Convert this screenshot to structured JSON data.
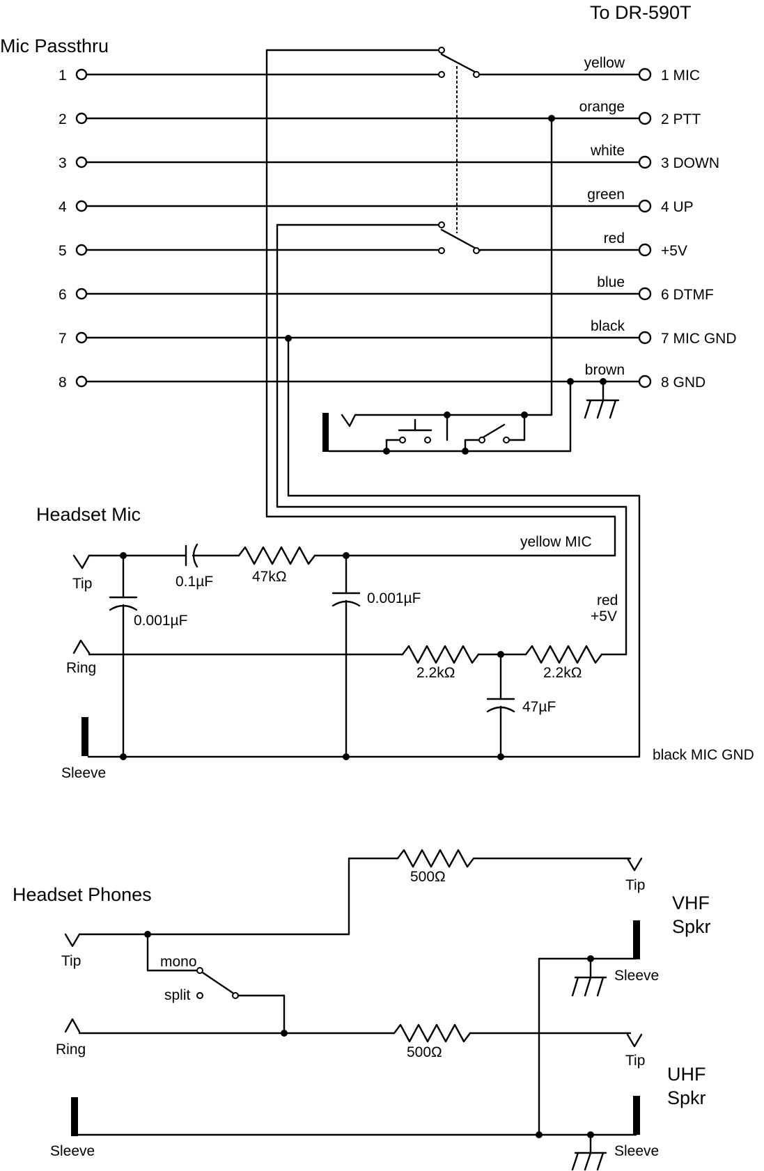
{
  "title": "To DR-590T",
  "mic_passthru": {
    "heading": "Mic Passthru",
    "pins": [
      "1",
      "2",
      "3",
      "4",
      "5",
      "6",
      "7",
      "8"
    ],
    "wire_colors": [
      "yellow",
      "orange",
      "white",
      "green",
      "red",
      "blue",
      "black",
      "brown"
    ],
    "radio_pins": [
      "1 MIC",
      "2 PTT",
      "3 DOWN",
      "4 UP",
      "+5V",
      "6 DTMF",
      "7 MIC GND",
      "8 GND"
    ]
  },
  "headset_mic": {
    "heading": "Headset Mic",
    "tip": "Tip",
    "ring": "Ring",
    "sleeve": "Sleeve",
    "c1": "0.1µF",
    "r1": "47kΩ",
    "c2": "0.001µF",
    "c3": "0.001µF",
    "r2": "2.2kΩ",
    "r3": "2.2kΩ",
    "c4": "47µF",
    "yellow_mic": "yellow MIC",
    "red_line1": "red",
    "red_line2": "+5V",
    "black_mic_gnd": "black MIC GND"
  },
  "headset_phones": {
    "heading": "Headset Phones",
    "tip": "Tip",
    "ring": "Ring",
    "sleeve": "Sleeve",
    "mono": "mono",
    "split": "split",
    "r_top": "500Ω",
    "r_bottom": "500Ω",
    "vhf_tip": "Tip",
    "vhf_label1": "VHF",
    "vhf_label2": "Spkr",
    "vhf_sleeve": "Sleeve",
    "uhf_tip": "Tip",
    "uhf_label1": "UHF",
    "uhf_label2": "Spkr",
    "uhf_sleeve": "Sleeve"
  }
}
